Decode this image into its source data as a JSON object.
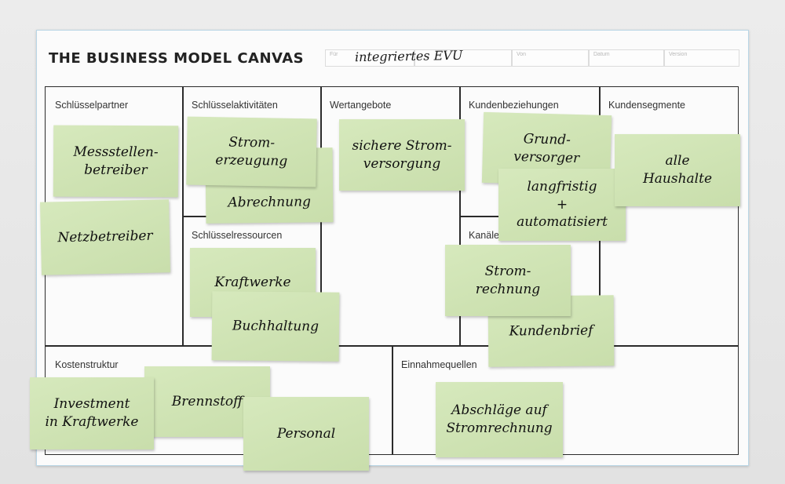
{
  "canvas": {
    "title": "THE BUSINESS MODEL CANVAS",
    "handwritten_title": "integriertes EVU",
    "header_fields": [
      "Für",
      "Von",
      "Datum",
      "Version"
    ]
  },
  "sections": {
    "key_partners": "Schlüsselpartner",
    "key_activities": "Schlüsselaktivitäten",
    "value_propositions": "Wertangebote",
    "customer_relationships": "Kundenbeziehungen",
    "customer_segments": "Kundensegmente",
    "key_resources": "Schlüsselressourcen",
    "channels": "Kanäle",
    "cost_structure": "Kostenstruktur",
    "revenue_streams": "Einnahmequellen"
  },
  "notes": {
    "messstellenbetreiber": "Messstellen-\nbetreiber",
    "netzbetreiber": "Netzbetreiber",
    "stromerzeugung": "Strom-\nerzeugung",
    "abrechnung": "Abrechnung",
    "kraftwerke": "Kraftwerke",
    "buchhaltung": "Buchhaltung",
    "sichere_stromversorgung": "sichere Strom-\nversorgung",
    "grundversorger": "Grund-\nversorger",
    "langfristig": "langfristig\n+\nautomatisiert",
    "alle_haushalte": "alle\nHaushalte",
    "stromrechnung": "Strom-\nrechnung",
    "kundenbrief": "Kundenbrief",
    "investment": "Investment\nin Kraftwerke",
    "brennstoff": "Brennstoff",
    "personal": "Personal",
    "abschlaege": "Abschläge auf\nStromrechnung"
  },
  "colors": {
    "note": "#cfe5b1",
    "grid_line": "#2b2b2b",
    "board_border": "#b9d6e6"
  }
}
